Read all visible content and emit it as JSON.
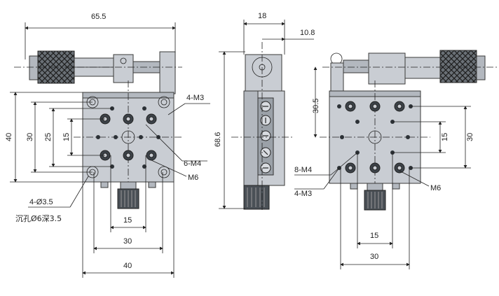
{
  "colors": {
    "metal": "#c9cdd3",
    "metal_dark": "#5e646b",
    "line": "#222222"
  },
  "front_view": {
    "dim_total_width": "65.5",
    "dim_height_40": "40",
    "dim_30_v": "30",
    "dim_25_v": "25",
    "dim_15_v": "15",
    "dim_15_h": "15",
    "dim_30_h": "30",
    "dim_40_h": "40",
    "label_4m3": "4-M3",
    "label_6m4": "6-M4",
    "label_m6": "M6",
    "label_4d35": "4-Ø3.5",
    "label_counterbore": "沉孔Ø6深3.5"
  },
  "side_view": {
    "dim_18": "18",
    "dim_10_8": "10.8",
    "dim_68_6": "68.6"
  },
  "back_view": {
    "dim_30_5": "30.5",
    "dim_15_v": "15",
    "dim_30_v": "30",
    "dim_15_h": "15",
    "dim_30_h": "30",
    "label_8m4": "8-M4",
    "label_4m3": "4-M3",
    "label_m6": "M6"
  }
}
